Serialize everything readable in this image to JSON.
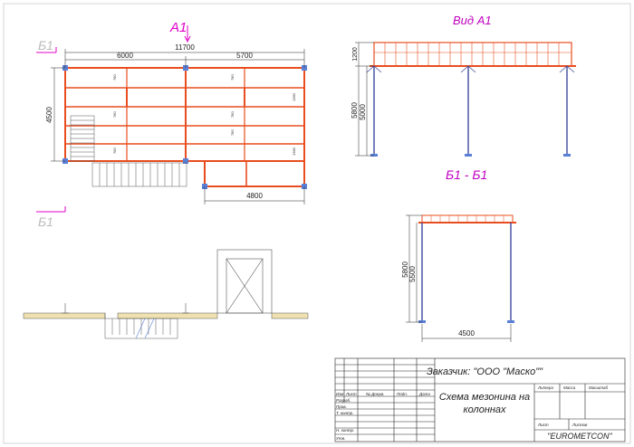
{
  "markers": {
    "a1": "А1",
    "b1": "Б1"
  },
  "plan": {
    "overall_width": "11700",
    "left_span": "6000",
    "right_span": "5700",
    "depth": "4500",
    "stair_bay": "4800",
    "joist_spacing": [
      "780",
      "780",
      "780",
      "780",
      "780",
      "780"
    ],
    "beam_heights": [
      "1380",
      "1380"
    ]
  },
  "view_a1": {
    "title": "Вид А1",
    "railing_height": "1200",
    "total_height": "5800",
    "column_height": "5000"
  },
  "section_b1": {
    "title": "Б1 - Б1",
    "total_height": "5800",
    "column_height": "5500",
    "width": "4500"
  },
  "title_block": {
    "customer": "Заказчик: \"ООО \"Маско\"\"",
    "drawing_title_line1": "Схема мезонина на",
    "drawing_title_line2": "колоннах",
    "company": "\"EUROMETCON\"",
    "labels": {
      "izm": "Изм",
      "list": "Лист",
      "n_dokum": "№ Докум.",
      "podp": "Подп.",
      "data": "Дата",
      "razrab": "Разраб.",
      "prov": "Пров.",
      "t_kontr": "Т. контр.",
      "n_kontr": "Н. контр.",
      "utv": "Утв.",
      "litera": "Литера",
      "massa": "Масса",
      "masshtab": "Масштаб",
      "list_r": "Лист",
      "listov": "Листов"
    }
  },
  "colors": {
    "structure": "#e84d1f",
    "marker": "#e000c8",
    "line": "#222222"
  }
}
